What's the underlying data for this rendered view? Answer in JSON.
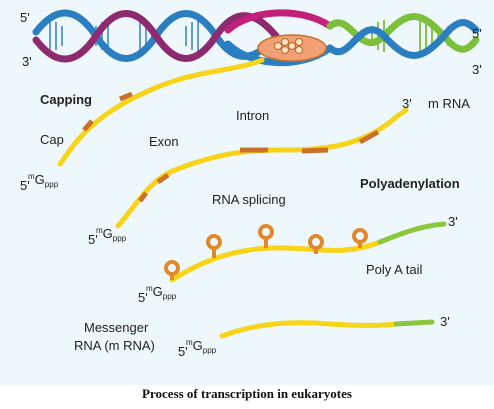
{
  "labels": {
    "five_prime": "5'",
    "three_prime": "3'",
    "capping": "Capping",
    "cap": "Cap",
    "exon": "Exon",
    "intron": "Intron",
    "m_rna": "m RNA",
    "rna_splicing": "RNA splicing",
    "polyadenylation": "Polyadenylation",
    "poly_a_tail": "Poly A tail",
    "messenger_line1": "Messenger",
    "messenger_line2": "RNA (m RNA)",
    "cap_sup": "m",
    "cap_g": "G",
    "cap_sub": "ppp"
  },
  "caption": "Process of transcription in eukaryotes",
  "colors": {
    "panel": "#eef7fb",
    "rna": "#f7d417",
    "exon_mark": "#c9702a",
    "intron_mark": "#d9822b",
    "poly_a": "#8cc63f",
    "dna_blue": "#2b7fc1",
    "dna_purple": "#8e2a6f",
    "dna_pink": "#c2207a",
    "dna_green": "#7cbf3a",
    "polymerase": "#f0a074"
  }
}
